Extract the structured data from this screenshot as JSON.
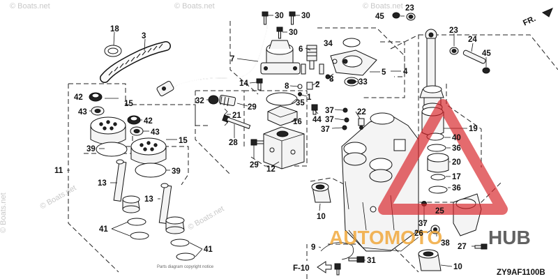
{
  "watermark": "© Boats.net",
  "brand_overlay": {
    "text_orange": "AUTOMOTO",
    "text_dark": "HUB",
    "colors": {
      "orange": "#f0a028",
      "red": "#d8242a",
      "dark": "#333333"
    }
  },
  "direction_label": "FR.",
  "fig_ref": "F-10",
  "diagram_code": "ZY9AF1100B",
  "footer_note": "Parts diagram copyright notice",
  "callouts": {
    "c30a": "30",
    "c30b": "30",
    "c30c": "30",
    "c18": "18",
    "c3": "3",
    "c7": "7",
    "c6": "6",
    "c34": "34",
    "c5": "5",
    "c4": "4",
    "c45a": "45",
    "c23a": "23",
    "c23b": "23",
    "c24": "24",
    "c45b": "45",
    "c14": "14",
    "c8a": "8",
    "c2": "2",
    "c8b": "8",
    "c1": "1",
    "c33": "33",
    "c42a": "42",
    "c15a": "15",
    "c43a": "43",
    "c32": "32",
    "c35": "35",
    "c29a": "29",
    "c16": "16",
    "c21": "21",
    "c44": "44",
    "c37a": "37",
    "c37b": "37",
    "c37c": "37",
    "c22": "22",
    "c42b": "42",
    "c43b": "43",
    "c15b": "15",
    "c28": "28",
    "c12": "12",
    "c29b": "29",
    "c39a": "39",
    "c39b": "39",
    "c11": "11",
    "c13a": "13",
    "c13b": "13",
    "c41a": "41",
    "c41b": "41",
    "c19": "19",
    "c40": "40",
    "c36a": "36",
    "c20": "20",
    "c17": "17",
    "c36b": "36",
    "c37d": "37",
    "c25": "25",
    "c10a": "10",
    "c26": "26",
    "c38": "38",
    "c27": "27",
    "c9": "9",
    "c31": "31",
    "c10b": "10"
  }
}
